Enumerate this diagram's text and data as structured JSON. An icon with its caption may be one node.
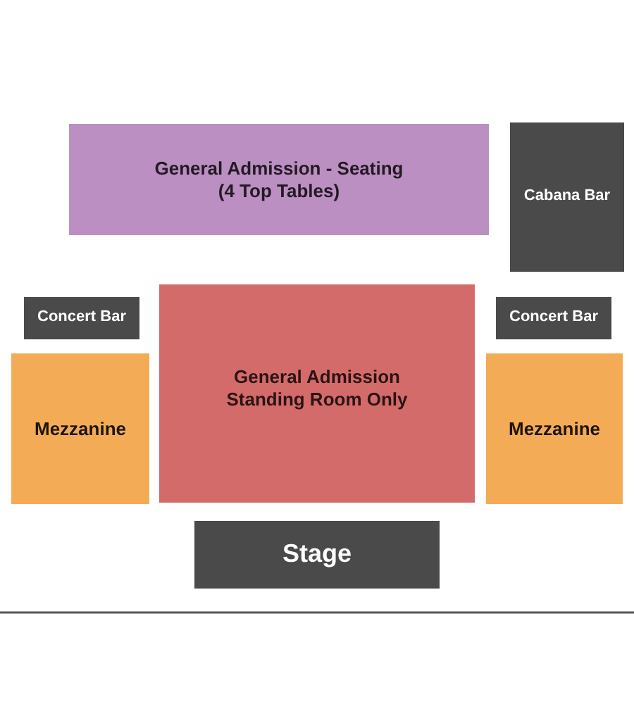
{
  "diagram": {
    "nodes": [
      {
        "text": [
          "General Admission - Seating (4 Top Tables)"
        ]
      },
      {
        "text": [
          "Cabana Bar"
        ]
      },
      {
        "text": [
          "Concert Bar"
        ]
      },
      {
        "text": [
          "General Admission Standing Room Only"
        ]
      },
      {
        "text": [
          "Concert Bar"
        ]
      },
      {
        "text": [
          "Mezzanine"
        ]
      },
      {
        "text": [
          "Mezzanine"
        ]
      },
      {
        "text": [
          "Stage"
        ]
      }
    ]
  }
}
